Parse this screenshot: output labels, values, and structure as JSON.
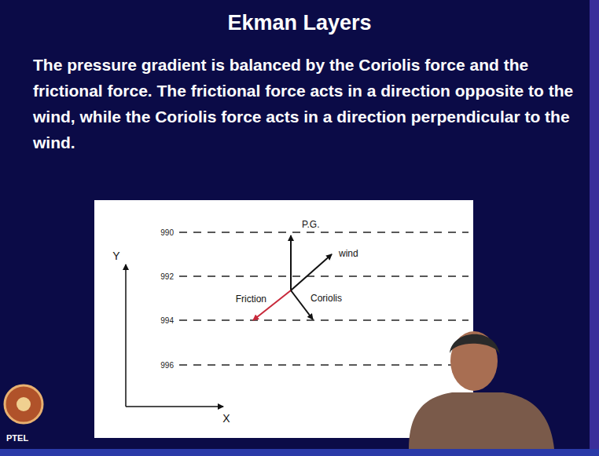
{
  "diagram": {
    "title": "Ekman Layers",
    "labels": [
      "The pressure gradient is balanced by the Coriolis force and the frictional force. The frictional force acts in a direction opposite to the wind, while the Coriolis force acts in a direction perpendicular to the wind.",
      "990",
      "992",
      "994",
      "996",
      "Y",
      "X",
      "P.G.",
      "wind",
      "Friction",
      "Coriolis",
      "PTEL"
    ]
  }
}
